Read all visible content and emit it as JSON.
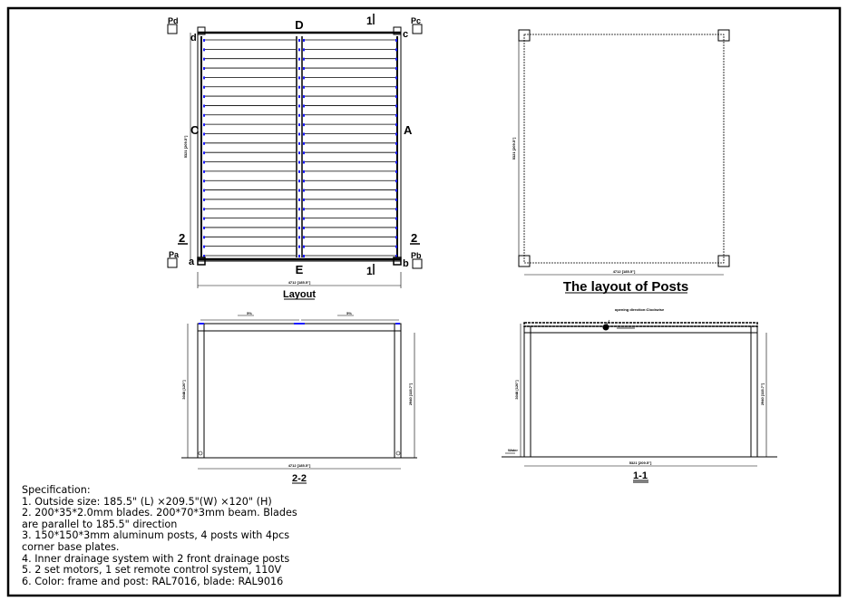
{
  "layout_view": {
    "title": "Layout",
    "labels": {
      "top": "D",
      "bottom": "E",
      "left": "C",
      "right": "A"
    },
    "section_1": "1",
    "section_2": "2",
    "corners": {
      "a": "a",
      "b": "b",
      "c": "c",
      "d": "d"
    },
    "posts": {
      "pa": "Pa",
      "pb": "Pb",
      "pc": "Pc",
      "pd": "Pd"
    },
    "dim_width": "4712 [185.5\"]",
    "dim_length": "5321 [209.5\"]",
    "blade_count": 24
  },
  "posts_view": {
    "title": "The layout of Posts",
    "dim_width": "4712 [185.5\"]",
    "dim_length": "5321 [209.5\"]"
  },
  "section_2_2": {
    "title": "2-2",
    "dim_width": "4712 [185.5\"]",
    "dim_height_left": "3048 [120\"]",
    "dim_height_right": "2940 [115.7\"]",
    "slope": "5%"
  },
  "section_1_1": {
    "title": "1-1",
    "note": "opening direction:Clockwise",
    "dim_width": "5321 [209.5\"]",
    "dim_height_left": "3048 [120\"]",
    "dim_height_right": "2940 [115.7\"]",
    "ground": "Water"
  },
  "specification": {
    "heading": "Specification:",
    "lines": [
      "1. Outside size: 185.5\" (L) ×209.5\"(W) ×120\" (H)",
      "2. 200*35*2.0mm blades. 200*70*3mm beam. Blades",
      "are parallel to 185.5\" direction",
      "3. 150*150*3mm aluminum posts, 4 posts with 4pcs",
      "corner base plates.",
      "4. Inner drainage system with 2 front drainage posts",
      "5. 2 set motors, 1 set remote control system, 110V",
      "6. Color: frame and post: RAL7016, blade: RAL9016"
    ]
  },
  "colors": {
    "line": "#000000",
    "accent": "#1a1aff"
  }
}
